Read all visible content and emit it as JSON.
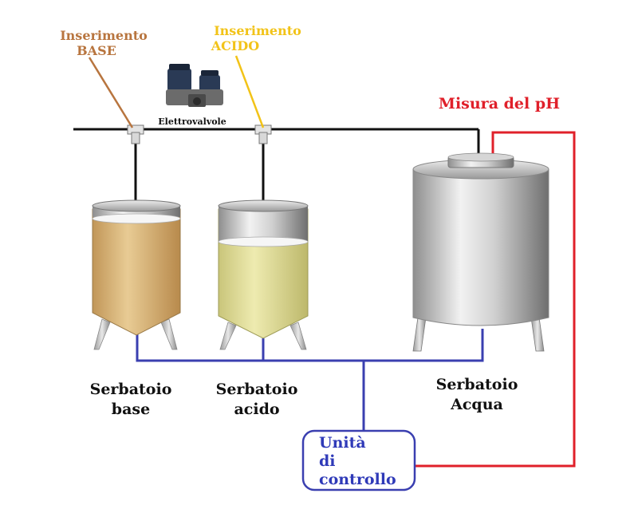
{
  "labels": {
    "base_insert_1": "Inserimento",
    "base_insert_2": "BASE",
    "acid_insert_1": "Inserimento",
    "acid_insert_2": "ACIDO",
    "valves": "Elettrovalvole",
    "ph_measure": "Misura del pH",
    "tank_base_1": "Serbatoio",
    "tank_base_2": "base",
    "tank_acid_1": "Serbatoio",
    "tank_acid_2": "acido",
    "tank_water_1": "Serbatoio",
    "tank_water_2": "Acqua",
    "control_1": "Unità",
    "control_2": "di",
    "control_3": "controllo"
  },
  "colors": {
    "base_label": "#b8753f",
    "acid_label": "#f2c318",
    "ph_label": "#e0202a",
    "ph_wire": "#e0202a",
    "control_wire": "#3a3fb0",
    "control_text": "#2f3ab8",
    "base_liquid": "#d9b97f",
    "acid_liquid": "#e3e09a",
    "pipe": "#111111"
  }
}
